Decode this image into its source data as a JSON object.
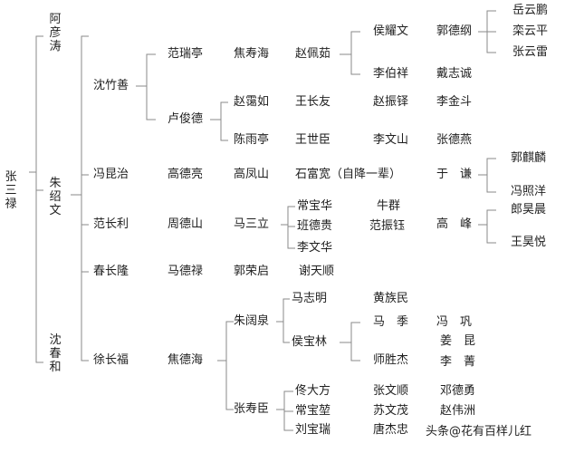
{
  "root": "张三禄",
  "gen1": {
    "a": "阿彦涛",
    "b": "朱绍文",
    "c": "沈春和"
  },
  "gen2": {
    "shen": "沈竹善",
    "feng": "冯昆治",
    "fanc": "范长利",
    "chun": "春长隆",
    "xu": "徐长福"
  },
  "gen3": {
    "fanrt": "范瑞亭",
    "lu": "卢俊德",
    "gao": "高德亮",
    "zhou": "周德山",
    "ma": "马德禄",
    "jiao": "焦德海"
  },
  "gen4": {
    "jiaosh": "焦寿海",
    "zhao": "赵霭如",
    "chen": "陈雨亭",
    "gaofs": "高凤山",
    "masl": "马三立",
    "guo": "郭荣启",
    "zhu": "朱阔泉",
    "zhang": "张寿臣"
  },
  "gen5": {
    "zhaopr": "赵佩茹",
    "wangcy": "王长友",
    "wangsc": "王世臣",
    "shi": "石富宽（自降一辈）",
    "cang": "常宝华",
    "ban": "班德贵",
    "liwh": "李文华",
    "xie": "谢天顺",
    "mazm": "马志明",
    "hou": "侯宝林",
    "dong": "佟大方",
    "changbj": "常宝堃",
    "liuwz": "刘宝瑞"
  },
  "gen6": {
    "houyw": "侯耀文",
    "libx": "李伯祥",
    "zhaozd": "赵振铎",
    "liws": "李文山",
    "yuq": "于　谦",
    "niu": "牛群",
    "fanzh": "范振钰",
    "gaof": "高　峰",
    "huang": "黄族民",
    "maj": "马　季",
    "shisj": "师胜杰",
    "zhangws": "张文顺",
    "suwm": "苏文茂",
    "tang": "唐杰忠"
  },
  "gen7": {
    "guodg": "郭德纲",
    "daizc": "戴志诚",
    "lijd": "李金斗",
    "zhangdy": "张德燕",
    "fengg": "冯　巩",
    "jiangk": "姜　昆",
    "lij": "李　菁",
    "dengy": "邓德勇",
    "zhaowz": "赵伟洲"
  },
  "gen8": {
    "yueyp": "岳云鹏",
    "luanyp": "栾云平",
    "zhangyl": "张云雷",
    "guoql": "郭麒麟",
    "fengzy": "冯照洋",
    "chenhc": "郎昊晨",
    "wanghy": "王昊悦"
  },
  "watermark": "头条@花有百样儿红"
}
